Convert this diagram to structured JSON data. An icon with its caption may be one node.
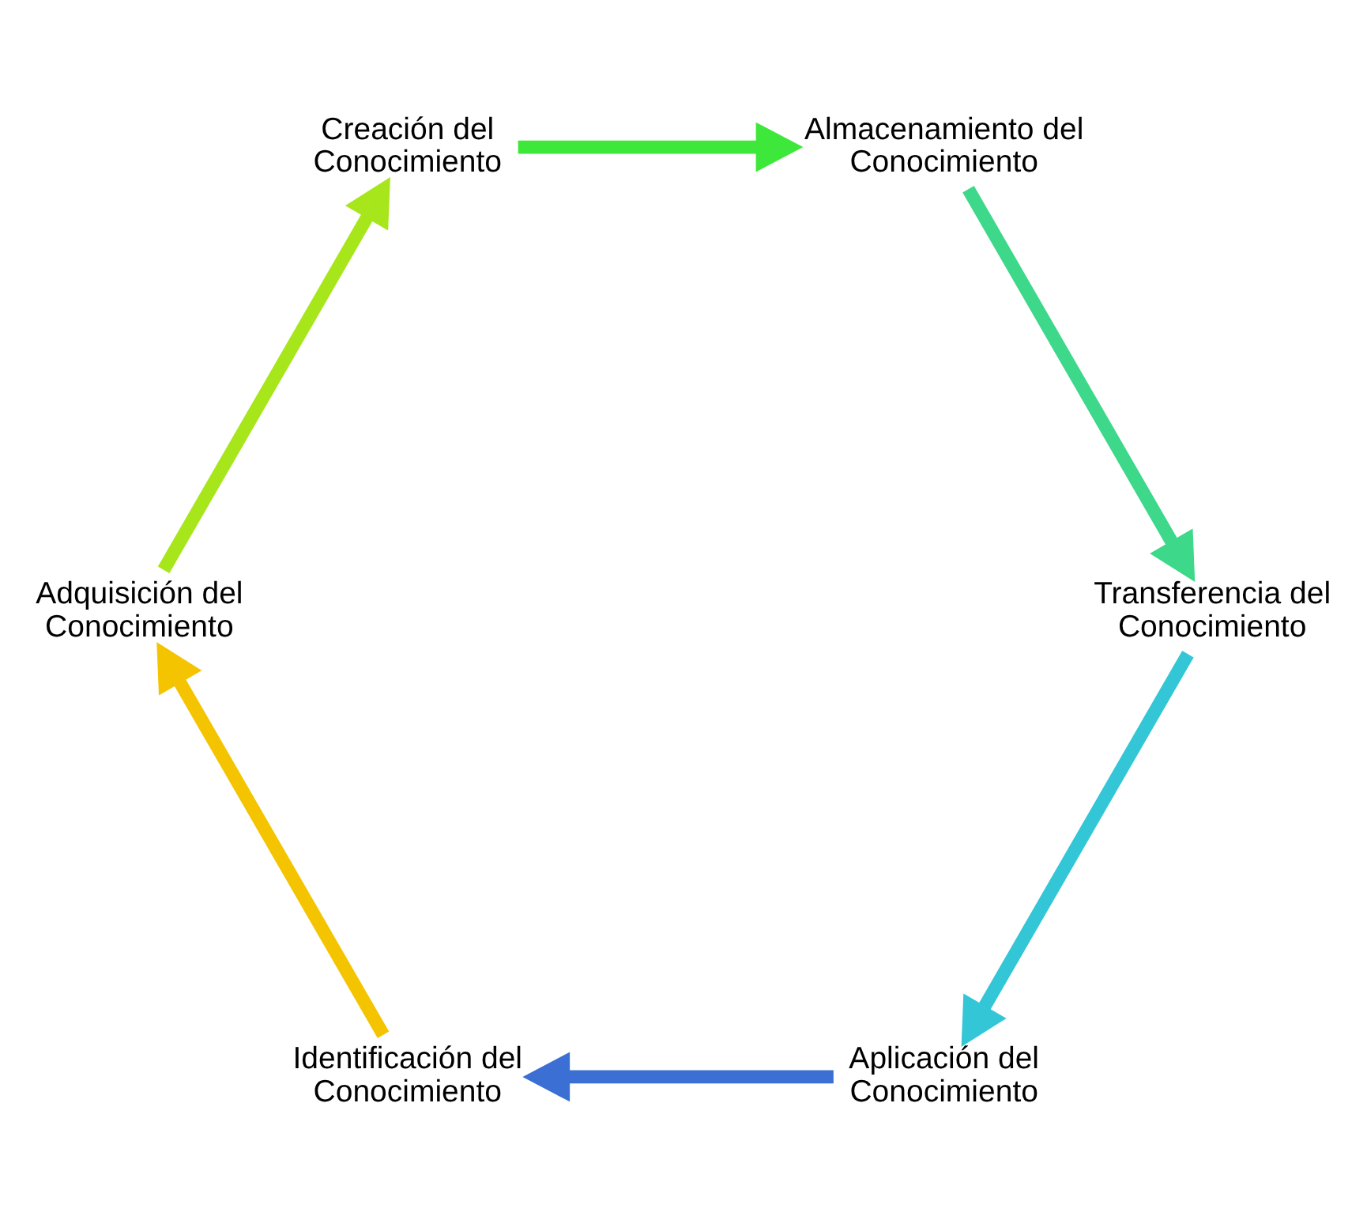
{
  "diagram": {
    "nodes": [
      {
        "text": [
          "Aplicación del Conocimiento"
        ]
      },
      {
        "text": [
          "Identificación del Conocimiento"
        ]
      },
      {
        "text": [
          "Transferencia del Conocimiento"
        ]
      },
      {
        "text": [
          "Adquisición del Conocimiento"
        ]
      },
      {
        "text": [
          "Almacenamiento del Conocimiento"
        ]
      },
      {
        "text": [
          "Creación del Conocimiento"
        ]
      }
    ],
    "edges": [
      {
        "from": 0,
        "to": 1,
        "arrow": "to",
        "color": "#3b6fd4"
      },
      {
        "from": 1,
        "to": 3,
        "arrow": "to",
        "color": "#f5c400"
      },
      {
        "from": 3,
        "to": 5,
        "arrow": "to",
        "color": "#a6e61a"
      },
      {
        "from": 5,
        "to": 4,
        "arrow": "to",
        "color": "#3ee83a"
      },
      {
        "from": 4,
        "to": 2,
        "arrow": "to",
        "color": "#3ed88a"
      },
      {
        "from": 2,
        "to": 0,
        "arrow": "to",
        "color": "#33c6d6"
      }
    ]
  }
}
